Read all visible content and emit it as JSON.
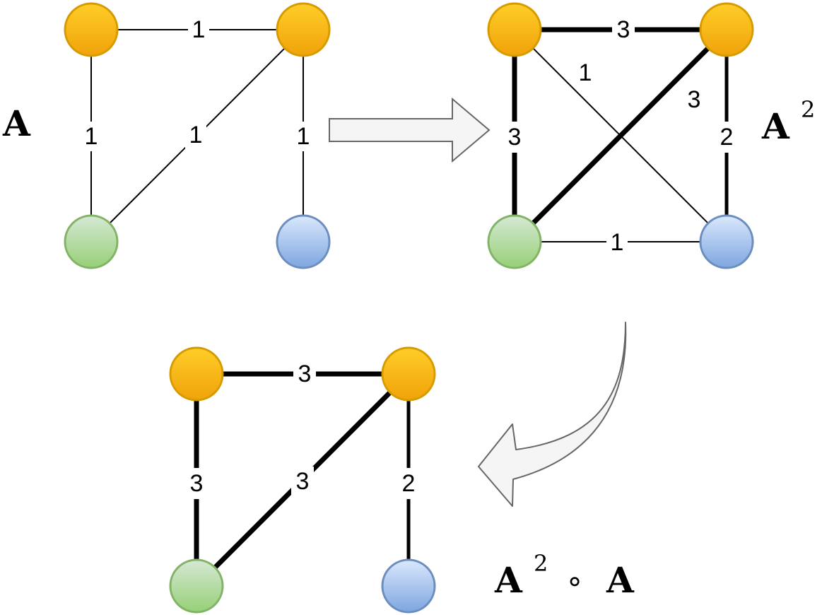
{
  "colors": {
    "orange_fill_top": "#ffd24d",
    "orange_fill_bottom": "#f0a30a",
    "orange_stroke": "#d79b00",
    "green_fill_top": "#d5e8d4",
    "green_fill_bottom": "#97d077",
    "green_stroke": "#82b366",
    "blue_fill_top": "#dae8fc",
    "blue_fill_bottom": "#7ea6e0",
    "blue_stroke": "#6c8ebf",
    "arrow_fill": "#f5f5f5",
    "arrow_stroke": "#666666"
  },
  "labels": {
    "graph_a": "A",
    "graph_a2_base": "A",
    "graph_a2_exp": "2",
    "graph_result_base": "A",
    "graph_result_exp": "2",
    "graph_result_op": "∘",
    "graph_result_tail": "A"
  },
  "graphs": {
    "a": {
      "edges": [
        {
          "id": "o1-o2",
          "weight": "1"
        },
        {
          "id": "o1-g",
          "weight": "1"
        },
        {
          "id": "o2-g",
          "weight": "1"
        },
        {
          "id": "o2-b",
          "weight": "1"
        }
      ]
    },
    "a2": {
      "edges": [
        {
          "id": "o1-o2",
          "weight": "3"
        },
        {
          "id": "o1-b",
          "weight": "1"
        },
        {
          "id": "o2-g",
          "weight": "3"
        },
        {
          "id": "o1-g",
          "weight": "3"
        },
        {
          "id": "o2-b",
          "weight": "2"
        },
        {
          "id": "g-b",
          "weight": "1"
        }
      ]
    },
    "result": {
      "edges": [
        {
          "id": "o1-o2",
          "weight": "3"
        },
        {
          "id": "o1-g",
          "weight": "3"
        },
        {
          "id": "o2-g",
          "weight": "3"
        },
        {
          "id": "o2-b",
          "weight": "2"
        }
      ]
    }
  }
}
